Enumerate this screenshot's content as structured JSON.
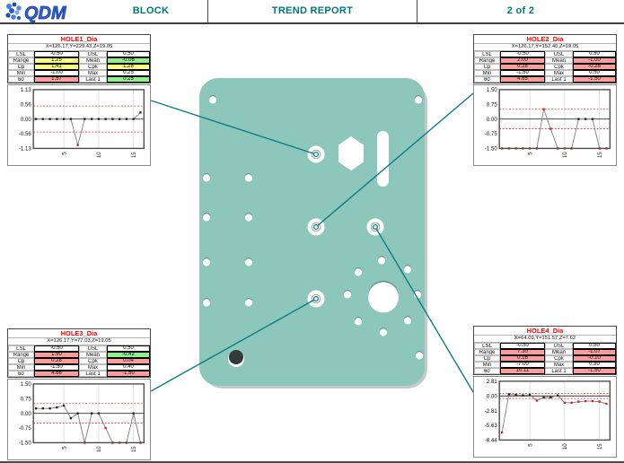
{
  "header": {
    "logo_text": "QDM",
    "part_label": "BLOCK",
    "report_label": "TREND REPORT",
    "page_label": "2 of 2"
  },
  "colors": {
    "header_text": "#007878",
    "plate_fill": "#8dc6bb",
    "callout_line": "#0f7e7e",
    "status_good": "#8df08d",
    "status_warn": "#ffff7d",
    "status_bad": "#ff9d9d",
    "panel_title_red": "#ff0000",
    "limit_line_red": "#e03030"
  },
  "panels": [
    {
      "title": "HOLE1_Dia",
      "subtitle": "X=126.17,Y=229.43,Z=19.05",
      "stats": [
        {
          "l1": "LSL",
          "v1": "-0.50",
          "t1": "plain",
          "l2": "USL",
          "v2": "0.50",
          "t2": "plain"
        },
        {
          "l1": "Range",
          "v1": "1.25",
          "t1": "warn",
          "l2": "Mean",
          "v2": "-0.06",
          "t2": "good"
        },
        {
          "l1": "Cp",
          "v1": "1.41",
          "t1": "warn",
          "l2": "Cpk",
          "v2": "1.28",
          "t2": "warn"
        },
        {
          "l1": "Min",
          "v1": "-1.00",
          "t1": "plain",
          "l2": "Max",
          "v2": "0.25",
          "t2": "plain"
        },
        {
          "l1": "6σ",
          "v1": "1.57",
          "t1": "bad",
          "l2": "Last 1",
          "v2": "0.25",
          "t2": "good"
        }
      ]
    },
    {
      "title": "HOLE2_Dia",
      "subtitle": "X=126.17,Y=152.40,Z=19.05",
      "stats": [
        {
          "l1": "LSL",
          "v1": "-0.50",
          "t1": "plain",
          "l2": "USL",
          "v2": "0.50",
          "t2": "plain"
        },
        {
          "l1": "Range",
          "v1": "2.00",
          "t1": "bad",
          "l2": "Mean",
          "v2": "-1.00",
          "t2": "bad"
        },
        {
          "l1": "Cp",
          "v1": "0.28",
          "t1": "bad",
          "l2": "Cpk",
          "v2": "-0.28",
          "t2": "bad"
        },
        {
          "l1": "Min",
          "v1": "-1.50",
          "t1": "plain",
          "l2": "Max",
          "v2": "0.50",
          "t2": "plain"
        },
        {
          "l1": "6σ",
          "v1": "4.65",
          "t1": "bad",
          "l2": "Last 1",
          "v2": "-1.50",
          "t2": "bad"
        }
      ]
    },
    {
      "title": "HOLE3_Dia",
      "subtitle": "X=126.17,Y=77.03,Z=19.05",
      "stats": [
        {
          "l1": "LSL",
          "v1": "-0.50",
          "t1": "plain",
          "l2": "USL",
          "v2": "0.50",
          "t2": "plain"
        },
        {
          "l1": "Range",
          "v1": "1.90",
          "t1": "bad",
          "l2": "Mean",
          "v2": "-0.42",
          "t2": "good"
        },
        {
          "l1": "Cp",
          "v1": "0.28",
          "t1": "bad",
          "l2": "Cpk",
          "v2": "0.04",
          "t2": "bad"
        },
        {
          "l1": "Min",
          "v1": "-1.50",
          "t1": "plain",
          "l2": "Max",
          "v2": "0.40",
          "t2": "plain"
        },
        {
          "l1": "6σ",
          "v1": "4.66",
          "t1": "bad",
          "l2": "Last 1",
          "v2": "-1.50",
          "t2": "bad"
        }
      ]
    },
    {
      "title": "HOLE4_Dia",
      "subtitle": "X=64.09,Y=151.57,Z=7.62",
      "stats": [
        {
          "l1": "LSL",
          "v1": "-0.50",
          "t1": "plain",
          "l2": "USL",
          "v2": "0.50",
          "t2": "plain"
        },
        {
          "l1": "Range",
          "v1": "7.30",
          "t1": "bad",
          "l2": "Mean",
          "v2": "-1.07",
          "t2": "bad"
        },
        {
          "l1": "Cp",
          "v1": "0.16",
          "t1": "bad",
          "l2": "Cpk",
          "v2": "-0.10",
          "t2": "bad"
        },
        {
          "l1": "Min",
          "v1": "-7.00",
          "t1": "plain",
          "l2": "Max",
          "v2": "0.30",
          "t2": "plain"
        },
        {
          "l1": "6σ",
          "v1": "10.11",
          "t1": "bad",
          "l2": "Last 1",
          "v2": "-1.50",
          "t2": "bad"
        }
      ]
    }
  ],
  "chart_data": [
    {
      "type": "line",
      "name": "HOLE1_Dia trend",
      "values": [
        0,
        0,
        0,
        0,
        0,
        0,
        -1.0,
        0,
        0,
        0,
        0,
        0,
        0,
        0,
        0,
        0.25
      ],
      "ylim": [
        -1.13,
        1.13
      ],
      "yticks": [
        1.13,
        0.56,
        0.0,
        -0.56,
        -1.13
      ],
      "xticks": [
        5,
        10,
        15
      ],
      "ucl": 0.5,
      "lcl": -0.5,
      "grid": true,
      "legend": "none"
    },
    {
      "type": "line",
      "name": "HOLE2_Dia trend",
      "values": [
        -1.5,
        -1.5,
        -1.5,
        -1.5,
        -1.5,
        -1.5,
        0.5,
        -0.5,
        -1.5,
        -1.5,
        -1.5,
        0,
        0,
        0,
        -1.5,
        -1.5
      ],
      "ylim": [
        -1.5,
        1.5
      ],
      "yticks": [
        1.5,
        0.75,
        0.0,
        -0.75,
        -1.5
      ],
      "xticks": [
        5,
        10,
        15
      ],
      "ucl": 0.5,
      "lcl": -0.5,
      "grid": true,
      "legend": "none"
    },
    {
      "type": "line",
      "name": "HOLE3_Dia trend",
      "values": [
        0.25,
        0.25,
        0.25,
        0.3,
        0.4,
        -0.25,
        0,
        -1.5,
        0,
        0,
        -0.75,
        -1.5,
        -1.5,
        -1.5,
        0,
        -1.5
      ],
      "ylim": [
        -1.5,
        1.5
      ],
      "yticks": [
        1.5,
        0.75,
        0.0,
        -0.75,
        -1.5
      ],
      "xticks": [
        5,
        10,
        15
      ],
      "ucl": 0.5,
      "lcl": -0.5,
      "grid": true,
      "legend": "none"
    },
    {
      "type": "line",
      "name": "HOLE4_Dia trend",
      "values": [
        -7.0,
        0.3,
        0.2,
        0.1,
        0.2,
        -0.9,
        -0.3,
        -0.3,
        0.1,
        -1.3,
        -1.3,
        -1.1,
        -1.0,
        -1.0,
        -1.1,
        -1.5
      ],
      "ylim": [
        -8.44,
        2.81
      ],
      "yticks": [
        2.81,
        0.0,
        -2.81,
        -5.63,
        -8.44
      ],
      "xticks": [
        5,
        10,
        15
      ],
      "ucl": 0.5,
      "lcl": -0.5,
      "grid": true,
      "legend": "none"
    }
  ]
}
